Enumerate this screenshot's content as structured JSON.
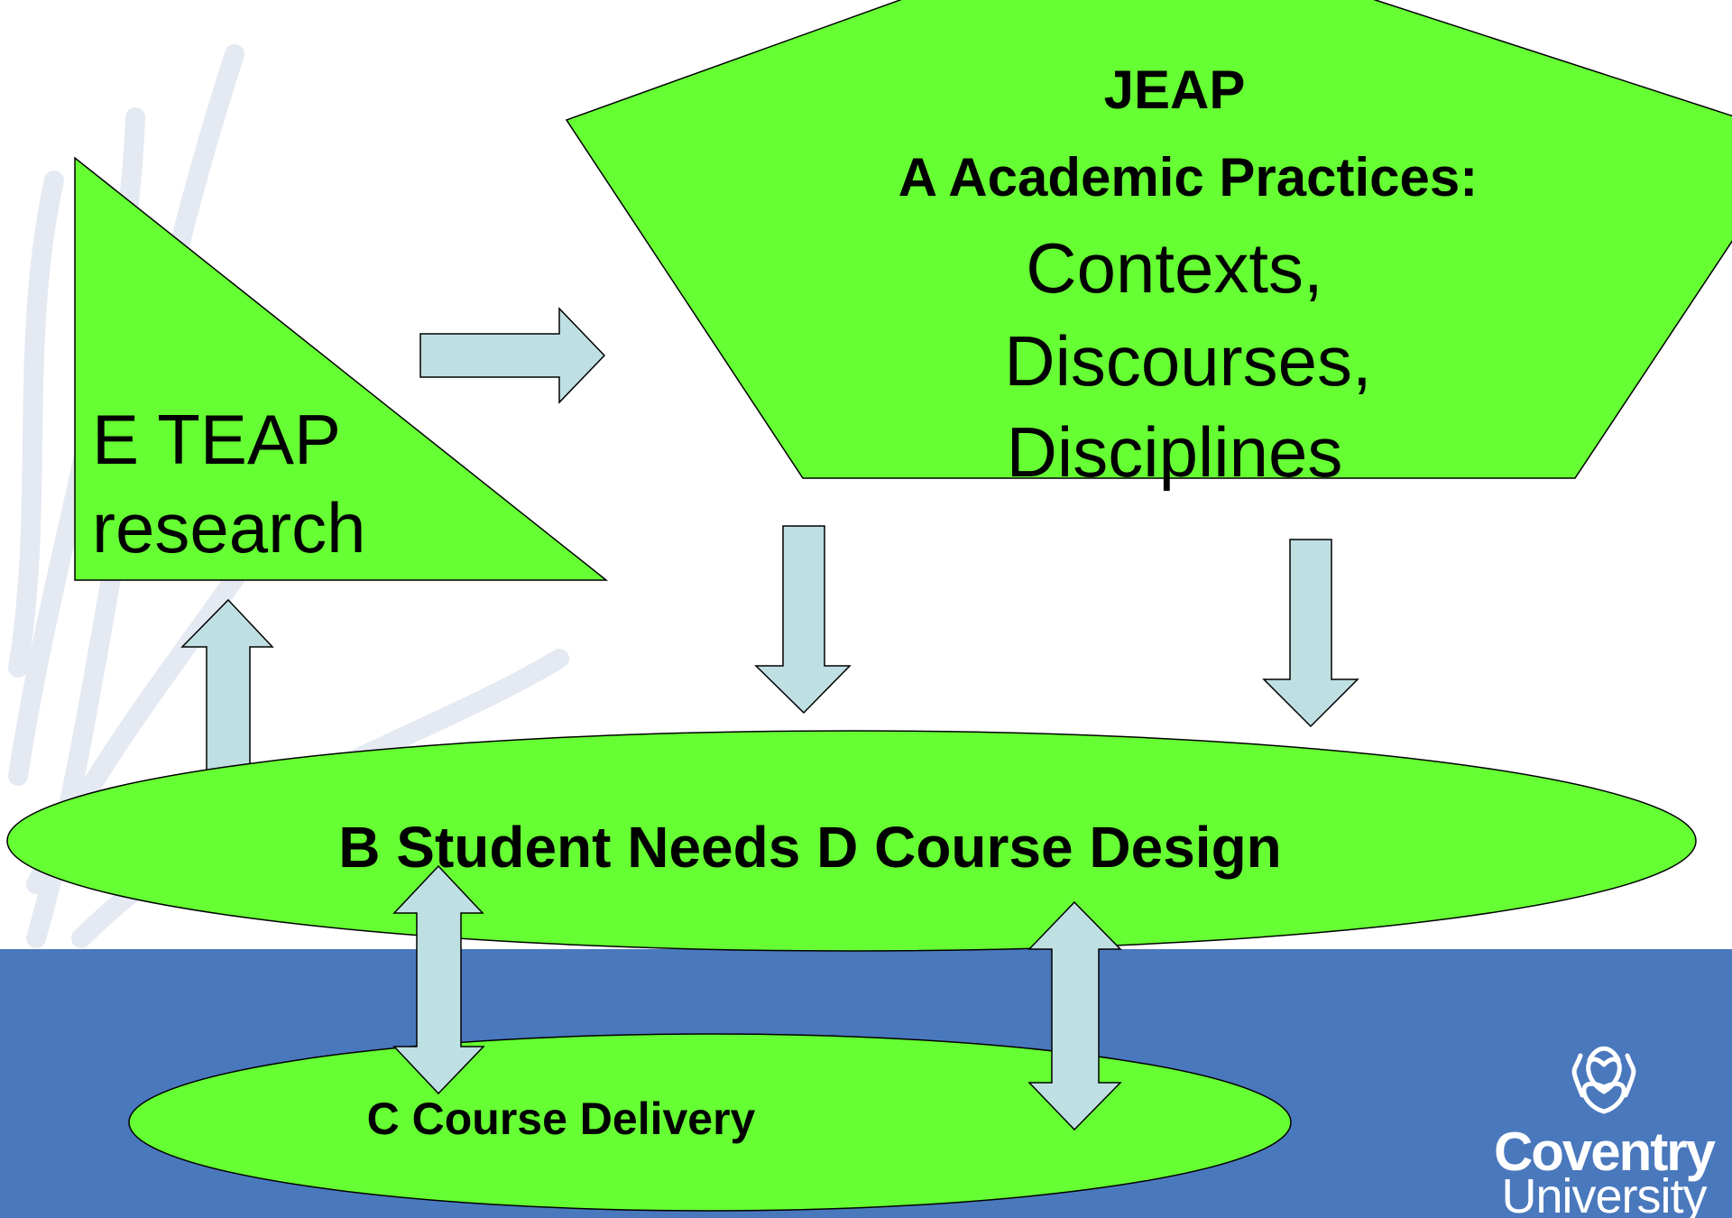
{
  "colors": {
    "shape_fill": "#66ff33",
    "arrow_fill": "#bfe0e3",
    "footer_band": "#4a78bd",
    "watermark": "#e4e9f2",
    "logo": "#ffffff"
  },
  "nodes": {
    "jeap": {
      "title": "JEAP",
      "subtitle": "A Academic Practices:",
      "line1": "Contexts,",
      "line2": "Discourses,",
      "line3": "Disciplines"
    },
    "teap": {
      "line1": "E TEAP",
      "line2": "research"
    },
    "needs": {
      "label": "B Student Needs D Course Design"
    },
    "delivery": {
      "label": "C Course Delivery"
    }
  },
  "logo": {
    "name": "Coventry University",
    "icon": "phoenix-icon"
  }
}
